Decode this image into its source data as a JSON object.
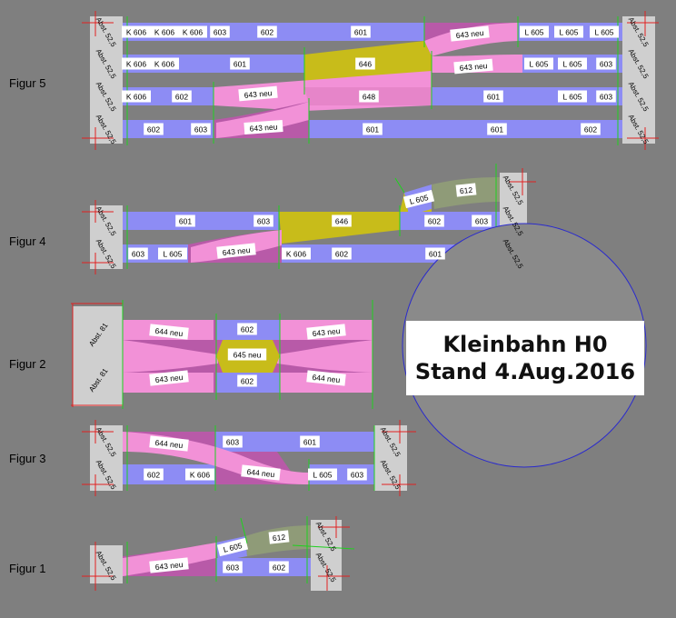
{
  "figures": [
    {
      "label": "Figur 5"
    },
    {
      "label": "Figur 4"
    },
    {
      "label": "Figur 2"
    },
    {
      "label": "Figur 3"
    },
    {
      "label": "Figur 1"
    }
  ],
  "title": {
    "line1": "Kleinbahn H0",
    "line2": "Stand 4.Aug.2016"
  },
  "colors": {
    "background": "#7f7f7f",
    "straight": "#8d8cf4",
    "curve": "#f291d7",
    "curve_dark": "#b85aa8",
    "crossover": "#c8bc1a",
    "flex": "#8f9b78",
    "buffer": "#cfcfcf",
    "circle": "#2a2acd"
  },
  "fig5": {
    "row1": [
      "K 606",
      "K 606",
      "K 606",
      "603",
      "602",
      "601",
      "643 neu",
      "L 605",
      "L 605",
      "L 605"
    ],
    "row2": [
      "K 606",
      "K 606",
      "601",
      "646",
      "643 neu",
      "L 605",
      "L 605",
      "603"
    ],
    "row3": [
      "K 606",
      "602",
      "643 neu",
      "648",
      "601",
      "L 605",
      "603"
    ],
    "row4": [
      "602",
      "603",
      "643 neu",
      "601",
      "601",
      "602"
    ],
    "abst": "Abst. 52,5"
  },
  "fig4": {
    "labels": [
      "601",
      "603",
      "646",
      "L 605",
      "612",
      "602",
      "603",
      "603",
      "L 605",
      "643 neu",
      "K 606",
      "602",
      "601"
    ],
    "abst": "Abst. 52,5"
  },
  "fig2": {
    "labels": [
      "644 neu",
      "602",
      "643 neu",
      "645 neu",
      "643 neu",
      "602",
      "644 neu"
    ],
    "abst": "Abst. 81"
  },
  "fig3": {
    "labels": [
      "644 neu",
      "603",
      "601",
      "602",
      "K 606",
      "644 neu",
      "L 605",
      "603"
    ],
    "abst": "Abst. 52,5"
  },
  "fig1": {
    "labels": [
      "643 neu",
      "L 605",
      "612",
      "603",
      "602"
    ],
    "abst": "Abst. 52,5"
  }
}
